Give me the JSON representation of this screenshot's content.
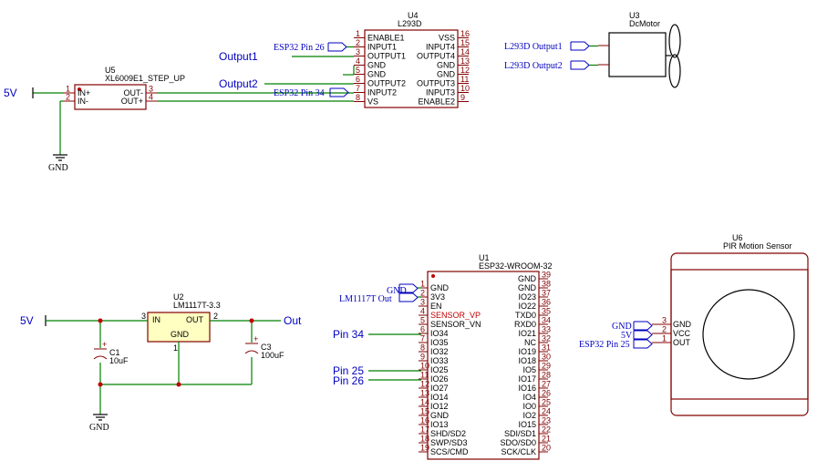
{
  "u4": {
    "ref": "U4",
    "value": "L293D",
    "left_pins": [
      {
        "num": "1",
        "name": "ENABLE1"
      },
      {
        "num": "2",
        "name": "INPUT1"
      },
      {
        "num": "3",
        "name": "OUTPUT1"
      },
      {
        "num": "4",
        "name": "GND"
      },
      {
        "num": "5",
        "name": "GND"
      },
      {
        "num": "6",
        "name": "OUTPUT2"
      },
      {
        "num": "7",
        "name": "INPUT2"
      },
      {
        "num": "8",
        "name": "VS"
      }
    ],
    "right_pins": [
      {
        "num": "16",
        "name": "VSS"
      },
      {
        "num": "15",
        "name": "INPUT4"
      },
      {
        "num": "14",
        "name": "OUTPUT4"
      },
      {
        "num": "13",
        "name": "GND"
      },
      {
        "num": "12",
        "name": "GND"
      },
      {
        "num": "11",
        "name": "OUTPUT3"
      },
      {
        "num": "10",
        "name": "INPUT3"
      },
      {
        "num": "9",
        "name": "ENABLE2"
      }
    ]
  },
  "u5": {
    "ref": "U5",
    "value": "XL6009E1_STEP_UP",
    "left_pins": [
      {
        "num": "1",
        "name": "IN+"
      },
      {
        "num": "2",
        "name": "IN-"
      }
    ],
    "right_pins": [
      {
        "num": "3",
        "name": "OUT-"
      },
      {
        "num": "4",
        "name": "OUT+"
      }
    ]
  },
  "u3": {
    "ref": "U3",
    "value": "DcMotor"
  },
  "u2": {
    "ref": "U2",
    "value": "LM1117T-3.3",
    "pins": [
      {
        "num": "3",
        "name": "IN"
      },
      {
        "num": "2",
        "name": "OUT"
      },
      {
        "num": "1",
        "name": "GND"
      }
    ]
  },
  "c1": {
    "ref": "C1",
    "value": "10uF"
  },
  "c3": {
    "ref": "C3",
    "value": "100uF"
  },
  "u1": {
    "ref": "U1",
    "value": "ESP32-WROOM-32",
    "left_pins": [
      {
        "num": "1",
        "name": "GND",
        "red": false
      },
      {
        "num": "2",
        "name": "3V3",
        "red": false
      },
      {
        "num": "3",
        "name": "EN",
        "red": false
      },
      {
        "num": "4",
        "name": "SENSOR_VP",
        "red": true
      },
      {
        "num": "5",
        "name": "SENSOR_VN",
        "red": false
      },
      {
        "num": "6",
        "name": "IO34",
        "red": false
      },
      {
        "num": "7",
        "name": "IO35",
        "red": false
      },
      {
        "num": "8",
        "name": "IO32",
        "red": false
      },
      {
        "num": "9",
        "name": "IO33",
        "red": false
      },
      {
        "num": "10",
        "name": "IO25",
        "red": false
      },
      {
        "num": "11",
        "name": "IO26",
        "red": false
      },
      {
        "num": "12",
        "name": "IO27",
        "red": false
      },
      {
        "num": "13",
        "name": "IO14",
        "red": false
      },
      {
        "num": "14",
        "name": "IO12",
        "red": false
      },
      {
        "num": "15",
        "name": "GND",
        "red": false
      },
      {
        "num": "16",
        "name": "IO13",
        "red": false
      },
      {
        "num": "17",
        "name": "SHD/SD2",
        "red": false
      },
      {
        "num": "18",
        "name": "SWP/SD3",
        "red": false
      },
      {
        "num": "19",
        "name": "SCS/CMD",
        "red": false
      }
    ],
    "right_pins": [
      {
        "num": "39",
        "name": "GND"
      },
      {
        "num": "38",
        "name": "GND"
      },
      {
        "num": "37",
        "name": "IO23"
      },
      {
        "num": "36",
        "name": "IO22"
      },
      {
        "num": "35",
        "name": "TXD0"
      },
      {
        "num": "34",
        "name": "RXD0"
      },
      {
        "num": "33",
        "name": "IO21"
      },
      {
        "num": "32",
        "name": "NC"
      },
      {
        "num": "31",
        "name": "IO19"
      },
      {
        "num": "30",
        "name": "IO18"
      },
      {
        "num": "29",
        "name": "IO5"
      },
      {
        "num": "28",
        "name": "IO17"
      },
      {
        "num": "27",
        "name": "IO16"
      },
      {
        "num": "26",
        "name": "IO4"
      },
      {
        "num": "25",
        "name": "IO0"
      },
      {
        "num": "24",
        "name": "IO2"
      },
      {
        "num": "23",
        "name": "IO15"
      },
      {
        "num": "22",
        "name": "SDI/SD1"
      },
      {
        "num": "21",
        "name": "SDO/SD0"
      },
      {
        "num": "20",
        "name": "SCK/CLK"
      }
    ]
  },
  "u6": {
    "ref": "U6",
    "value": "PIR Motion Sensor",
    "pins": [
      {
        "num": "3",
        "name": "GND"
      },
      {
        "num": "2",
        "name": "VCC"
      },
      {
        "num": "1",
        "name": "OUT"
      }
    ]
  },
  "labels": {
    "output1": "Output1",
    "output2": "Output2",
    "esp_pin26": "ESP32 Pin 26",
    "esp_pin34": "ESP32 Pin 34",
    "l293_out1": "L293D Output1",
    "l293_out2": "L293D Output2",
    "v5_top": "5V",
    "gnd_top": "GND",
    "v5_reg": "5V",
    "out_reg": "Out",
    "gnd_reg": "GND",
    "gnd_esp": "GND",
    "lm_out": "LM1117T Out",
    "pin34": "Pin 34",
    "pin25": "Pin 25",
    "pin26": "Pin 26",
    "gnd_pir": "GND",
    "v5_pir": "5V",
    "esp_pin25": "ESP32 Pin 25"
  }
}
